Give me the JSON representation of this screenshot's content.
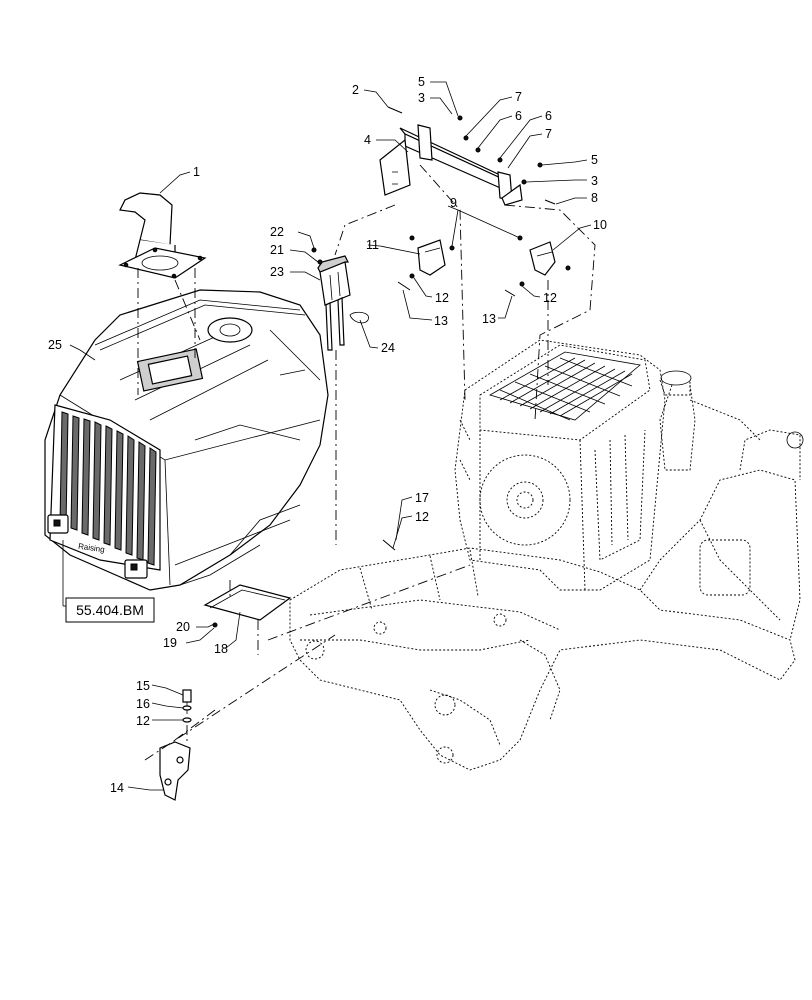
{
  "callouts": [
    {
      "id": "c1",
      "label": "1"
    },
    {
      "id": "c2",
      "label": "2"
    },
    {
      "id": "c3a",
      "label": "3"
    },
    {
      "id": "c3b",
      "label": "3"
    },
    {
      "id": "c4",
      "label": "4"
    },
    {
      "id": "c5a",
      "label": "5"
    },
    {
      "id": "c5b",
      "label": "5"
    },
    {
      "id": "c6a",
      "label": "6"
    },
    {
      "id": "c6b",
      "label": "6"
    },
    {
      "id": "c7a",
      "label": "7"
    },
    {
      "id": "c7b",
      "label": "7"
    },
    {
      "id": "c8",
      "label": "8"
    },
    {
      "id": "c9",
      "label": "9"
    },
    {
      "id": "c10",
      "label": "10"
    },
    {
      "id": "c11",
      "label": "11"
    },
    {
      "id": "c12a",
      "label": "12"
    },
    {
      "id": "c12b",
      "label": "12"
    },
    {
      "id": "c12c",
      "label": "12"
    },
    {
      "id": "c12d",
      "label": "12"
    },
    {
      "id": "c13a",
      "label": "13"
    },
    {
      "id": "c13b",
      "label": "13"
    },
    {
      "id": "c14",
      "label": "14"
    },
    {
      "id": "c15",
      "label": "15"
    },
    {
      "id": "c16",
      "label": "16"
    },
    {
      "id": "c17",
      "label": "17"
    },
    {
      "id": "c18",
      "label": "18"
    },
    {
      "id": "c19",
      "label": "19"
    },
    {
      "id": "c20",
      "label": "20"
    },
    {
      "id": "c21",
      "label": "21"
    },
    {
      "id": "c22",
      "label": "22"
    },
    {
      "id": "c23",
      "label": "23"
    },
    {
      "id": "c24",
      "label": "24"
    },
    {
      "id": "c25",
      "label": "25"
    }
  ],
  "reference_box": {
    "label": "55.404.BM"
  }
}
